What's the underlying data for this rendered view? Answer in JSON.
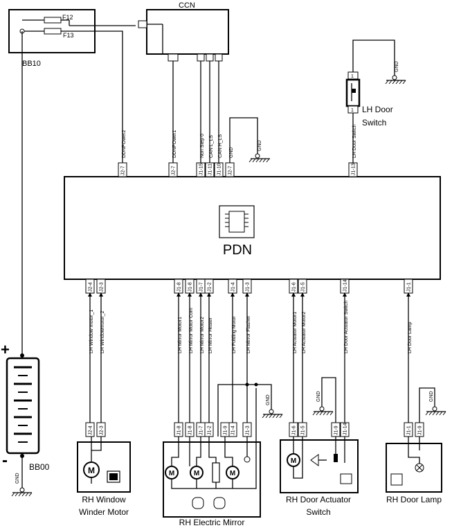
{
  "components": {
    "bb10": "BB10",
    "ccn": "CCN",
    "pdn": "PDN",
    "bb00": "BB00",
    "lh_door_switch": [
      "LH Door",
      "Switch"
    ],
    "rh_window_winder": [
      "RH Window",
      "Winder Motor"
    ],
    "rh_mirror": "RH Electric Mirror",
    "rh_actuator": [
      "RH Door Actuator",
      "Switch"
    ],
    "rh_lamp": "RH Door Lamp"
  },
  "fuses": {
    "f12": "F12",
    "f13": "F13"
  },
  "battery": {
    "plus": "+",
    "minus": "-"
  },
  "symbols": {
    "motor": "M"
  },
  "gnd": "GND",
  "top_wires": [
    {
      "pin": "J2-7",
      "label": "DDNPOwer2"
    },
    {
      "pin": "J2-7",
      "label": "DDNPOwer1"
    },
    {
      "pin": "J1-15",
      "label": "Non Step 0"
    },
    {
      "pin": "J1-11",
      "label": "CAN L_LS"
    },
    {
      "pin": "J1-10",
      "label": "CAN H_LS"
    },
    {
      "pin": "J2-7",
      "label": "GND"
    },
    {
      "pin": "J1-13",
      "label": "LH Door Switch"
    }
  ],
  "bottom_wires": [
    {
      "pin": "J2-4",
      "label": "LH Window motor_1",
      "end": "J2-4"
    },
    {
      "pin": "J2-3",
      "label": "LH Windowmotor_2",
      "end": "J2-3"
    },
    {
      "pin": "J1-8",
      "label": "LH Mirror Motor1",
      "end": "J1-8"
    },
    {
      "pin": "J1-8",
      "label": "LH Mirror Motor Com",
      "end": "J1-8"
    },
    {
      "pin": "J1-7",
      "label": "LH Mirror Motor2",
      "end": "J1-7"
    },
    {
      "pin": "J1-2",
      "label": "LH Mirror Heater",
      "end": "J1-2"
    },
    {
      "pin": "J1-4",
      "label": "LH Folding Motor",
      "end": "J1-4"
    },
    {
      "pin": "J1-3",
      "label": "LH Mirror Flasher",
      "end": "J1-3"
    },
    {
      "pin": "J1-6",
      "label": "LH Actuator Motor1",
      "end": "J1-6"
    },
    {
      "pin": "J1-5",
      "label": "LH Actuator Motor2",
      "end": "J1-5"
    },
    {
      "pin": "J1-14",
      "label": "LH Door Actuator Switch",
      "end": "J1-14"
    },
    {
      "pin": "J1-1",
      "label": "LH Door Lamp",
      "end": "J1-1"
    }
  ],
  "extra_pins": {
    "mirror_j19": "J1-9",
    "actuator_j19": "J1-9",
    "lamp_j19": "J1-9",
    "lh_switch_top": "1",
    "lh_switch_bottom": "1"
  }
}
